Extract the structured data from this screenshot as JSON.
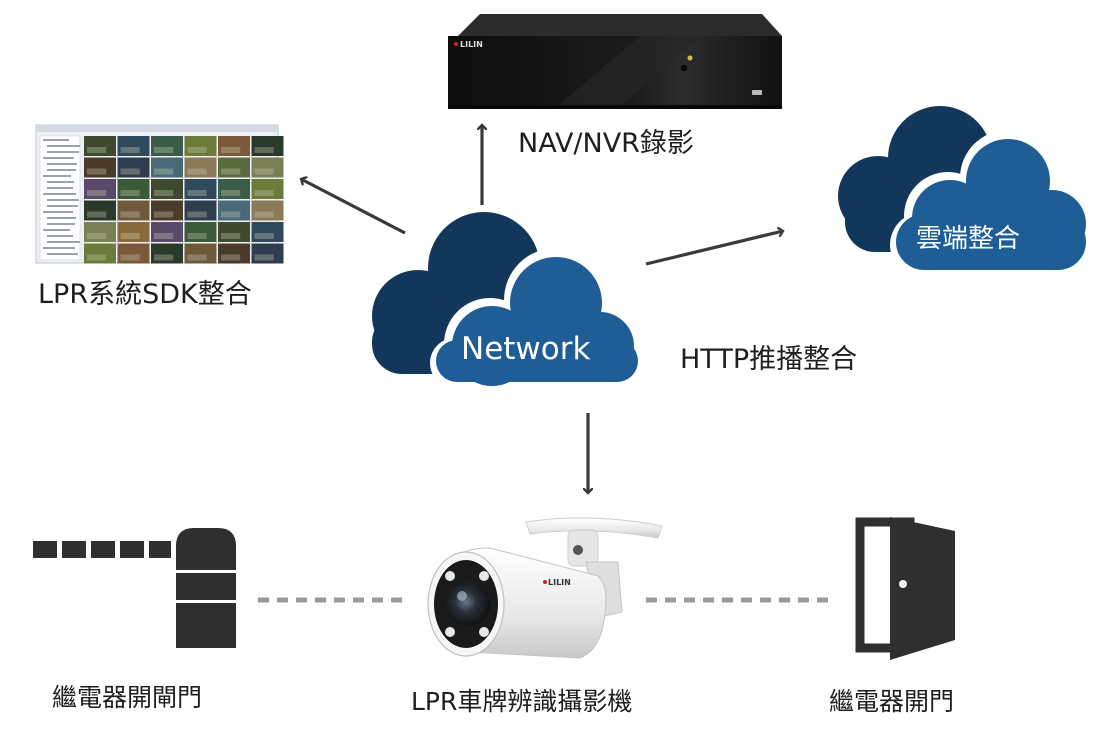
{
  "labels": {
    "nvr": "NAV/NVR錄影",
    "sdk": "LPR系統SDK整合",
    "cloud": "雲端整合",
    "network": "Network",
    "http": "HTTP推播整合",
    "relay_gate": "繼電器開閘門",
    "camera": "LPR車牌辨識攝影機",
    "relay_door": "繼電器開門"
  },
  "nvr_brand": "LILIN",
  "camera_brand": "LILIN",
  "colors": {
    "cloud_dark": "#13375a",
    "cloud_light": "#1f5d96",
    "arrow": "#3a3a3a",
    "dashed": "#9a9a9a",
    "icon": "#2f2f2f",
    "nvr_body": "#141414"
  },
  "icons": [
    "network-cloud-icon",
    "cloud-service-icon",
    "nvr-recorder-icon",
    "monitor-screenshot-icon",
    "barrier-gate-icon",
    "door-icon",
    "bullet-camera-icon"
  ]
}
